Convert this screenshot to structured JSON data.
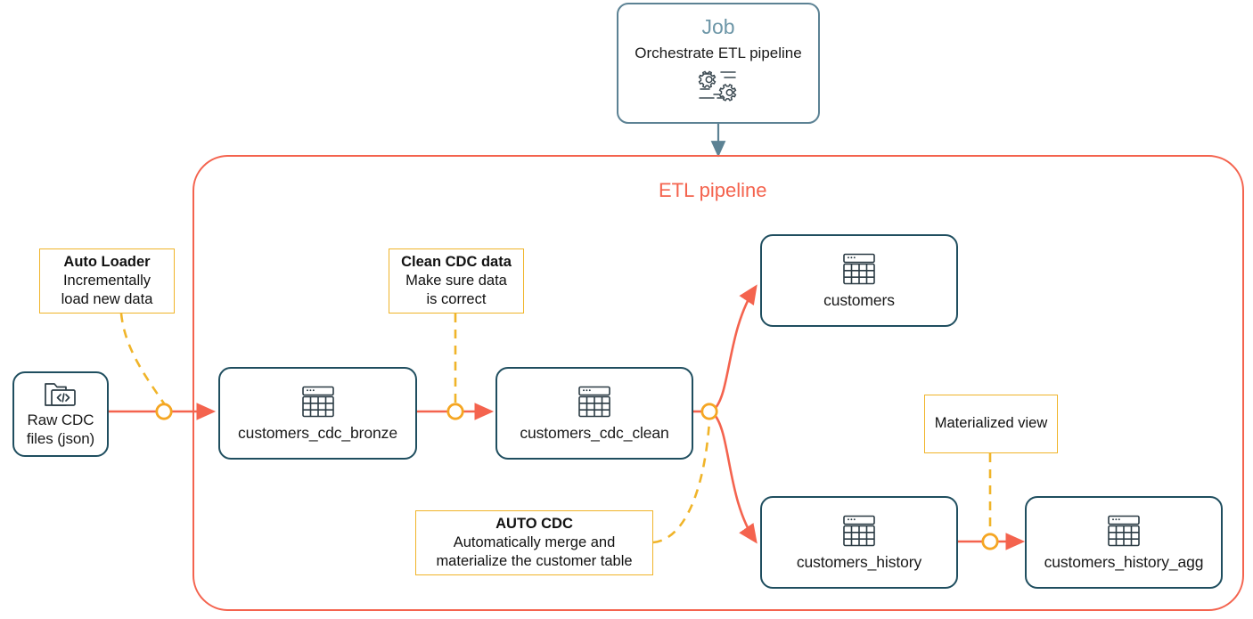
{
  "diagram": {
    "title": "ETL pipeline",
    "pipeline_color": "#F4634E",
    "node_color": "#1F4E5F",
    "note_color": "#F0B429",
    "job_color": "#6E97A8"
  },
  "job": {
    "title": "Job",
    "subtitle": "Orchestrate ETL pipeline",
    "icon": "gears-workflow-icon"
  },
  "source": {
    "label": "Raw CDC\nfiles (json)",
    "icon": "folder-code-icon"
  },
  "nodes": [
    {
      "id": "customers_cdc_bronze",
      "label": "customers_cdc_bronze",
      "icon": "table-icon"
    },
    {
      "id": "customers_cdc_clean",
      "label": "customers_cdc_clean",
      "icon": "table-icon"
    },
    {
      "id": "customers",
      "label": "customers",
      "icon": "table-icon"
    },
    {
      "id": "customers_history",
      "label": "customers_history",
      "icon": "table-icon"
    },
    {
      "id": "customers_history_agg",
      "label": "customers_history_agg",
      "icon": "table-icon"
    }
  ],
  "notes": [
    {
      "id": "auto-loader",
      "title": "Auto Loader",
      "body": "Incrementally\nload new data"
    },
    {
      "id": "clean-cdc-data",
      "title": "Clean CDC data",
      "body": "Make sure data\nis correct"
    },
    {
      "id": "auto-cdc",
      "title": "AUTO CDC",
      "body": "Automatically merge and\nmaterialize the customer table"
    },
    {
      "id": "materialized-view",
      "title": "",
      "body": "Materialized view"
    }
  ]
}
